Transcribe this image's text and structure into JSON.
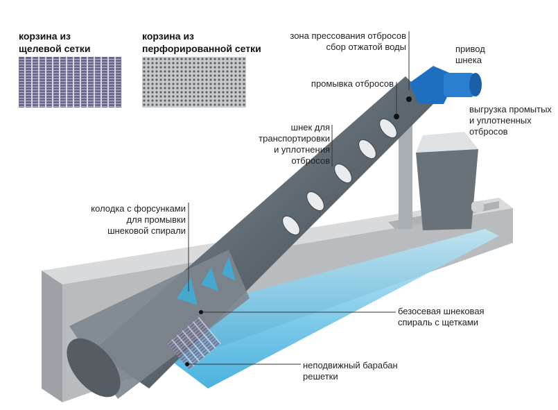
{
  "samples": [
    {
      "title_lines": [
        "корзина из",
        "щелевой сетки"
      ]
    },
    {
      "title_lines": [
        "корзина из",
        "перфорированной сетки"
      ]
    }
  ],
  "labels": {
    "pressing_zone": [
      "зона прессования отбросов",
      "сбор отжатой воды"
    ],
    "drive": [
      "привод",
      "шнека"
    ],
    "washing": [
      "промывка отбросов"
    ],
    "discharge": [
      "выгрузка промытых",
      "и уплотненных",
      "отбросов"
    ],
    "screw": [
      "шнек для",
      "транспортировки",
      "и уплотнения",
      "отбросов"
    ],
    "nozzle_block": [
      "колодка с форсунками",
      "для промывки",
      "шнековой спирали"
    ],
    "shaftless_spiral": [
      "безосевая шнековая",
      "спираль с щетками"
    ],
    "drum": [
      "неподвижный барабан",
      "решетки"
    ]
  },
  "colors": {
    "motor": "#1e6fc0",
    "water": "#3fb3e0",
    "steel": "#6f7a84",
    "concrete": "#c9cbcd"
  }
}
